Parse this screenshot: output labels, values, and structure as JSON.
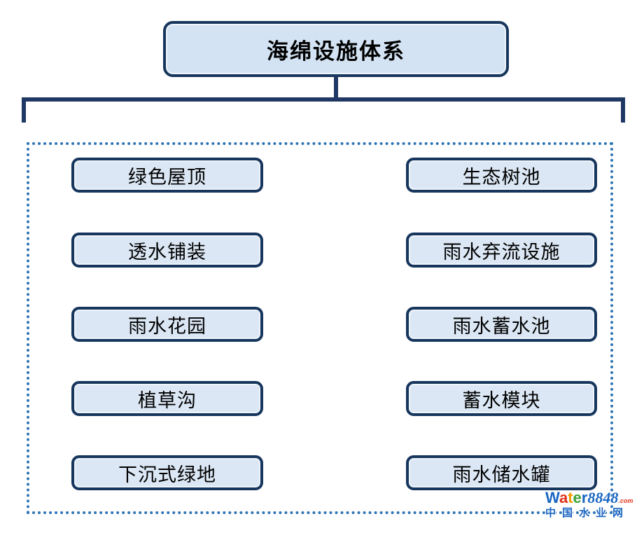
{
  "title": {
    "label": "海绵设施体系"
  },
  "facilities": {
    "left": [
      "绿色屋顶",
      "透水铺装",
      "雨水花园",
      "植草沟",
      "下沉式绿地"
    ],
    "right": [
      "生态树池",
      "雨水弃流设施",
      "雨水蓄水池",
      "蓄水模块",
      "雨水储水罐"
    ]
  },
  "watermark": {
    "brand_letters": [
      "W",
      "a",
      "t",
      "e",
      "r"
    ],
    "brand_number": "8848",
    "brand_suffix": ".com",
    "site_name": "中国水业网"
  },
  "colors": {
    "node_border": "#17365d",
    "node_fill": "#dbe7f4",
    "connector": "#1f3864",
    "group_dotted_border": "#2e74b5",
    "watermark_blue": "#1a66c2"
  }
}
